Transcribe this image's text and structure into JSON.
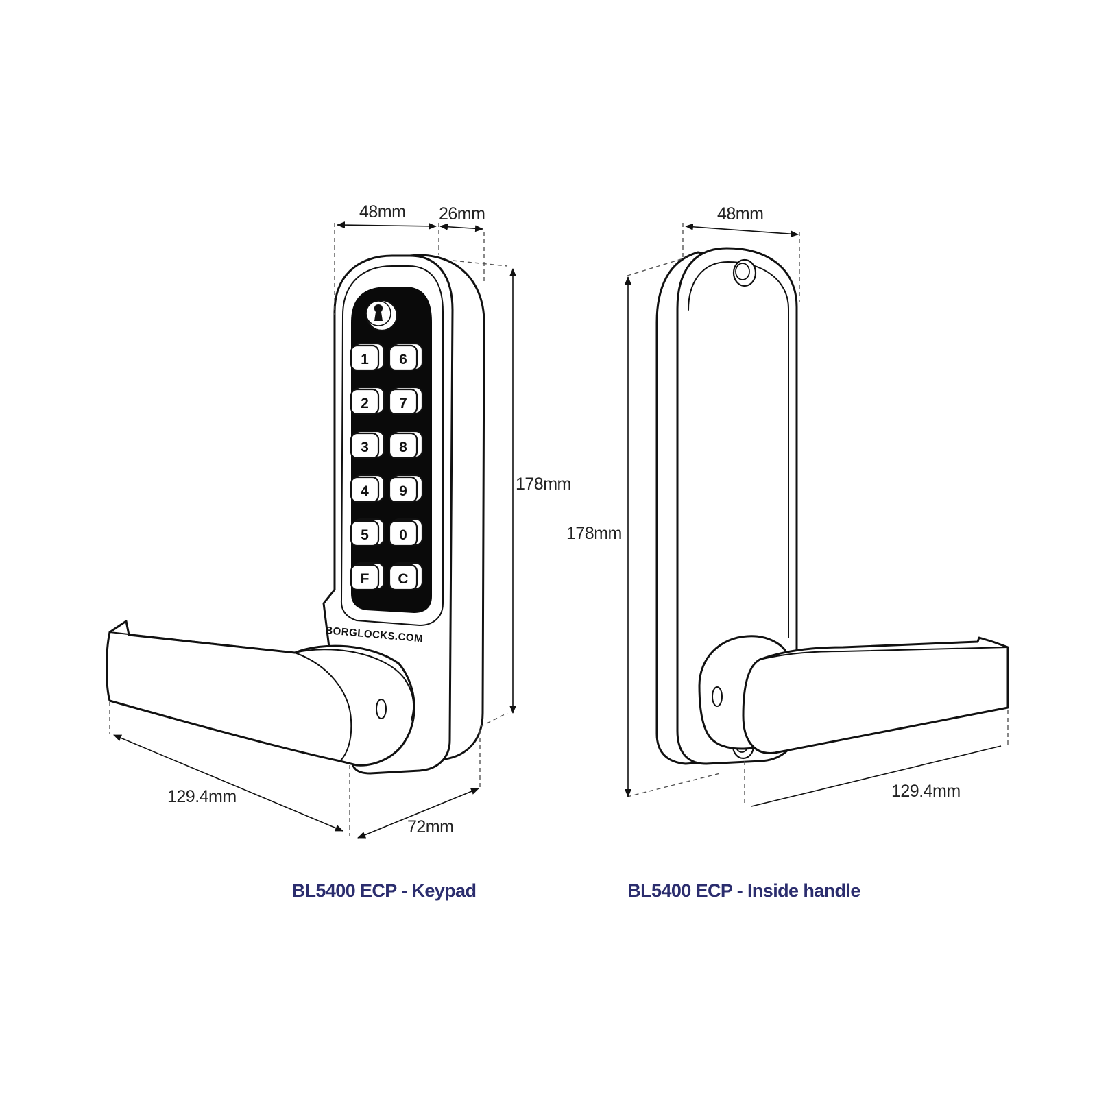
{
  "colors": {
    "caption": "#2b2d6e",
    "line": "#111111",
    "keypad_panel": "#0a0a0a",
    "background": "#ffffff"
  },
  "keypad_view": {
    "caption": "BL5400 ECP - Keypad",
    "brand_text": "BORGLOCKS.COM",
    "keys": [
      [
        "1",
        "6"
      ],
      [
        "2",
        "7"
      ],
      [
        "3",
        "8"
      ],
      [
        "4",
        "9"
      ],
      [
        "5",
        "0"
      ],
      [
        "F",
        "C"
      ]
    ],
    "dimensions": {
      "width": "48mm",
      "depth": "26mm",
      "height": "178mm",
      "handle_length": "129.4mm",
      "projection": "72mm"
    }
  },
  "inside_view": {
    "caption": "BL5400 ECP - Inside handle",
    "dimensions": {
      "width": "48mm",
      "height": "178mm",
      "handle_length": "129.4mm"
    }
  }
}
